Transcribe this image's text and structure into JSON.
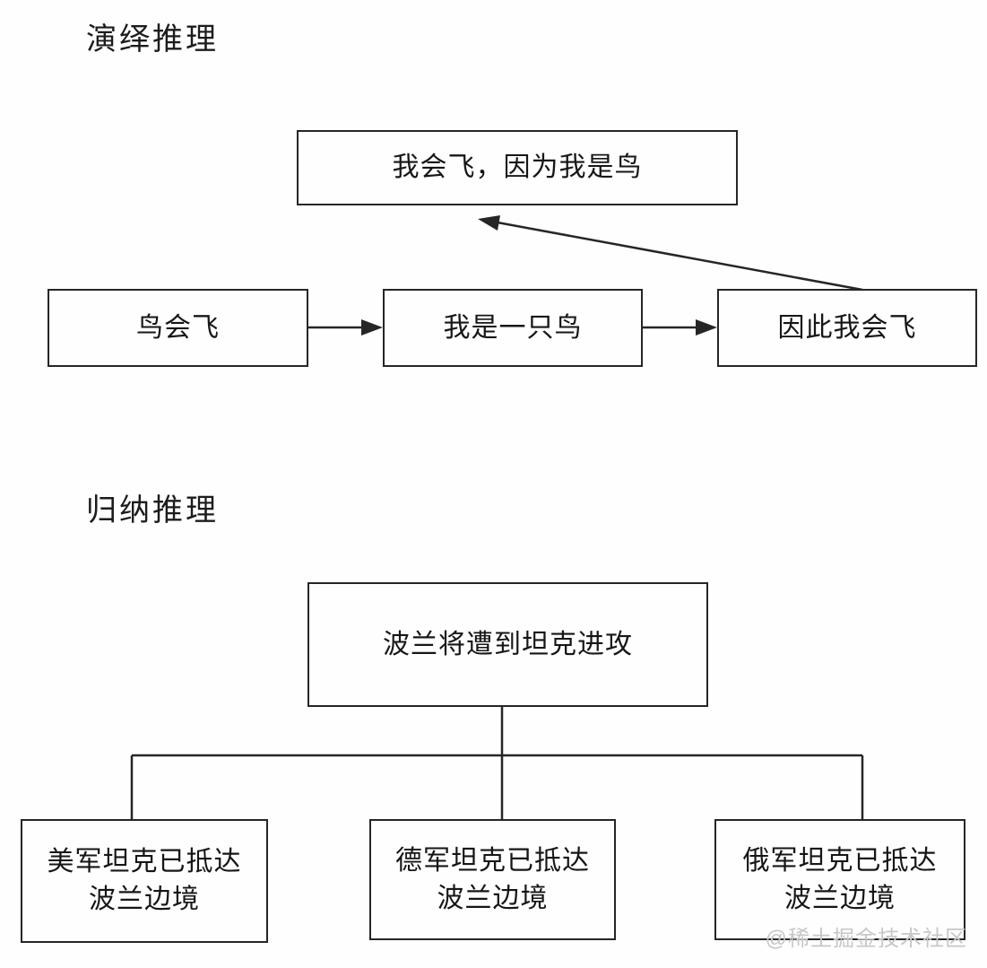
{
  "colors": {
    "background": "#fefefe",
    "line": "#262626",
    "text": "#161616",
    "watermark": "#c7c7c7"
  },
  "sections": {
    "deductive": {
      "title": "演绎推理",
      "conclusion": "我会飞，因为我是鸟",
      "steps": [
        "鸟会飞",
        "我是一只鸟",
        "因此我会飞"
      ]
    },
    "inductive": {
      "title": "归纳推理",
      "conclusion": "波兰将遭到坦克进攻",
      "evidence": [
        {
          "line1": "美军坦克已抵达",
          "line2": "波兰边境"
        },
        {
          "line1": "德军坦克已抵达",
          "line2": "波兰边境"
        },
        {
          "line1": "俄军坦克已抵达",
          "line2": "波兰边境"
        }
      ]
    }
  },
  "watermark": "@稀土掘金技术社区"
}
